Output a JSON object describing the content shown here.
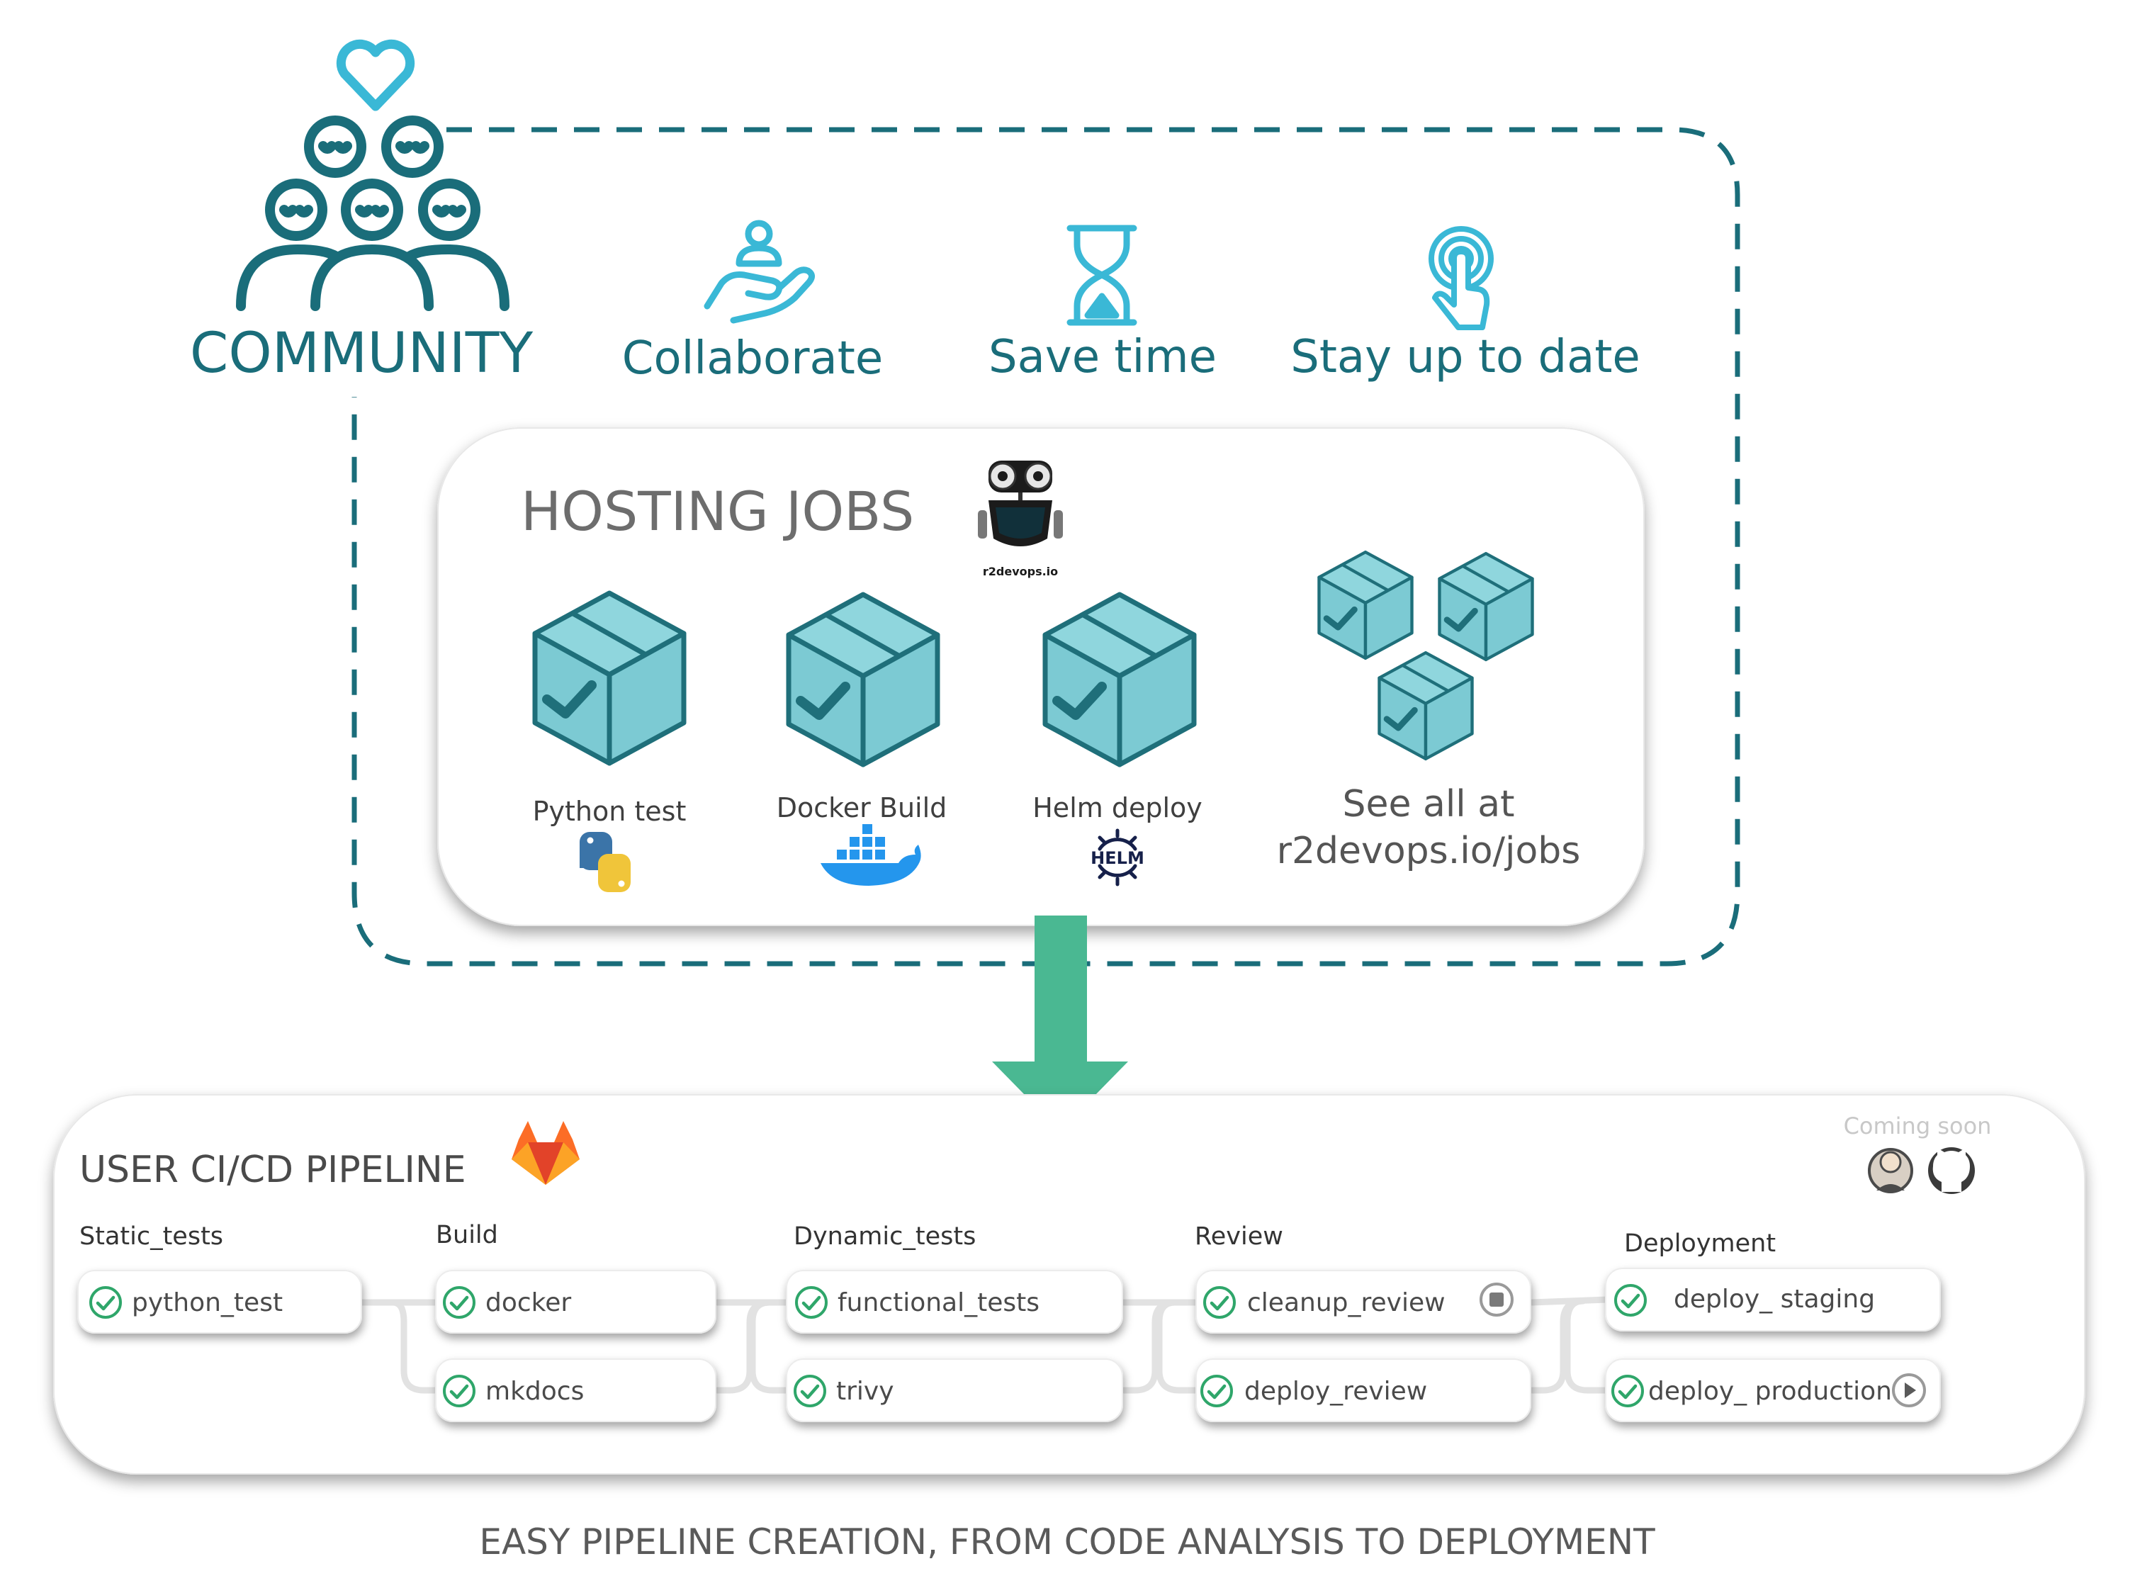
{
  "community": {
    "label": "COMMUNITY"
  },
  "benefits": [
    {
      "label": "Collaborate",
      "icon": "hand-with-person-icon"
    },
    {
      "label": "Save time",
      "icon": "hourglass-icon"
    },
    {
      "label": "Stay up to date",
      "icon": "touch-finger-icon"
    }
  ],
  "hosting": {
    "title": "HOSTING JOBS",
    "robot_caption": "r2devops.io",
    "jobs": [
      {
        "label": "Python test",
        "logo": "python-logo-icon"
      },
      {
        "label": "Docker Build",
        "logo": "docker-whale-icon"
      },
      {
        "label": "Helm deploy",
        "logo": "helm-wheel-icon",
        "logo_text": "HELM"
      }
    ],
    "see_all_line1": "See all at",
    "see_all_line2": "r2devops.io/jobs"
  },
  "pipeline": {
    "title": "USER CI/CD PIPELINE",
    "coming_soon": "Coming soon",
    "stages": [
      {
        "name": "Static_tests",
        "jobs": [
          "python_test"
        ]
      },
      {
        "name": "Build",
        "jobs": [
          "docker",
          "mkdocs"
        ]
      },
      {
        "name": "Dynamic_tests",
        "jobs": [
          "functional_tests",
          "trivy"
        ]
      },
      {
        "name": "Review",
        "jobs": [
          "cleanup_review",
          "deploy_review"
        ]
      },
      {
        "name": "Deployment",
        "jobs": [
          "deploy_ staging",
          "deploy_ production"
        ]
      }
    ]
  },
  "caption": "EASY PIPELINE CREATION, FROM CODE ANALYSIS TO DEPLOYMENT",
  "colors": {
    "teal_dark": "#1a6d7a",
    "teal_light": "#3ab8d6",
    "box_fill": "#7ccad3",
    "box_stroke": "#1f6f7a",
    "arrow_green": "#4ab892",
    "check_green": "#2fa66a"
  }
}
